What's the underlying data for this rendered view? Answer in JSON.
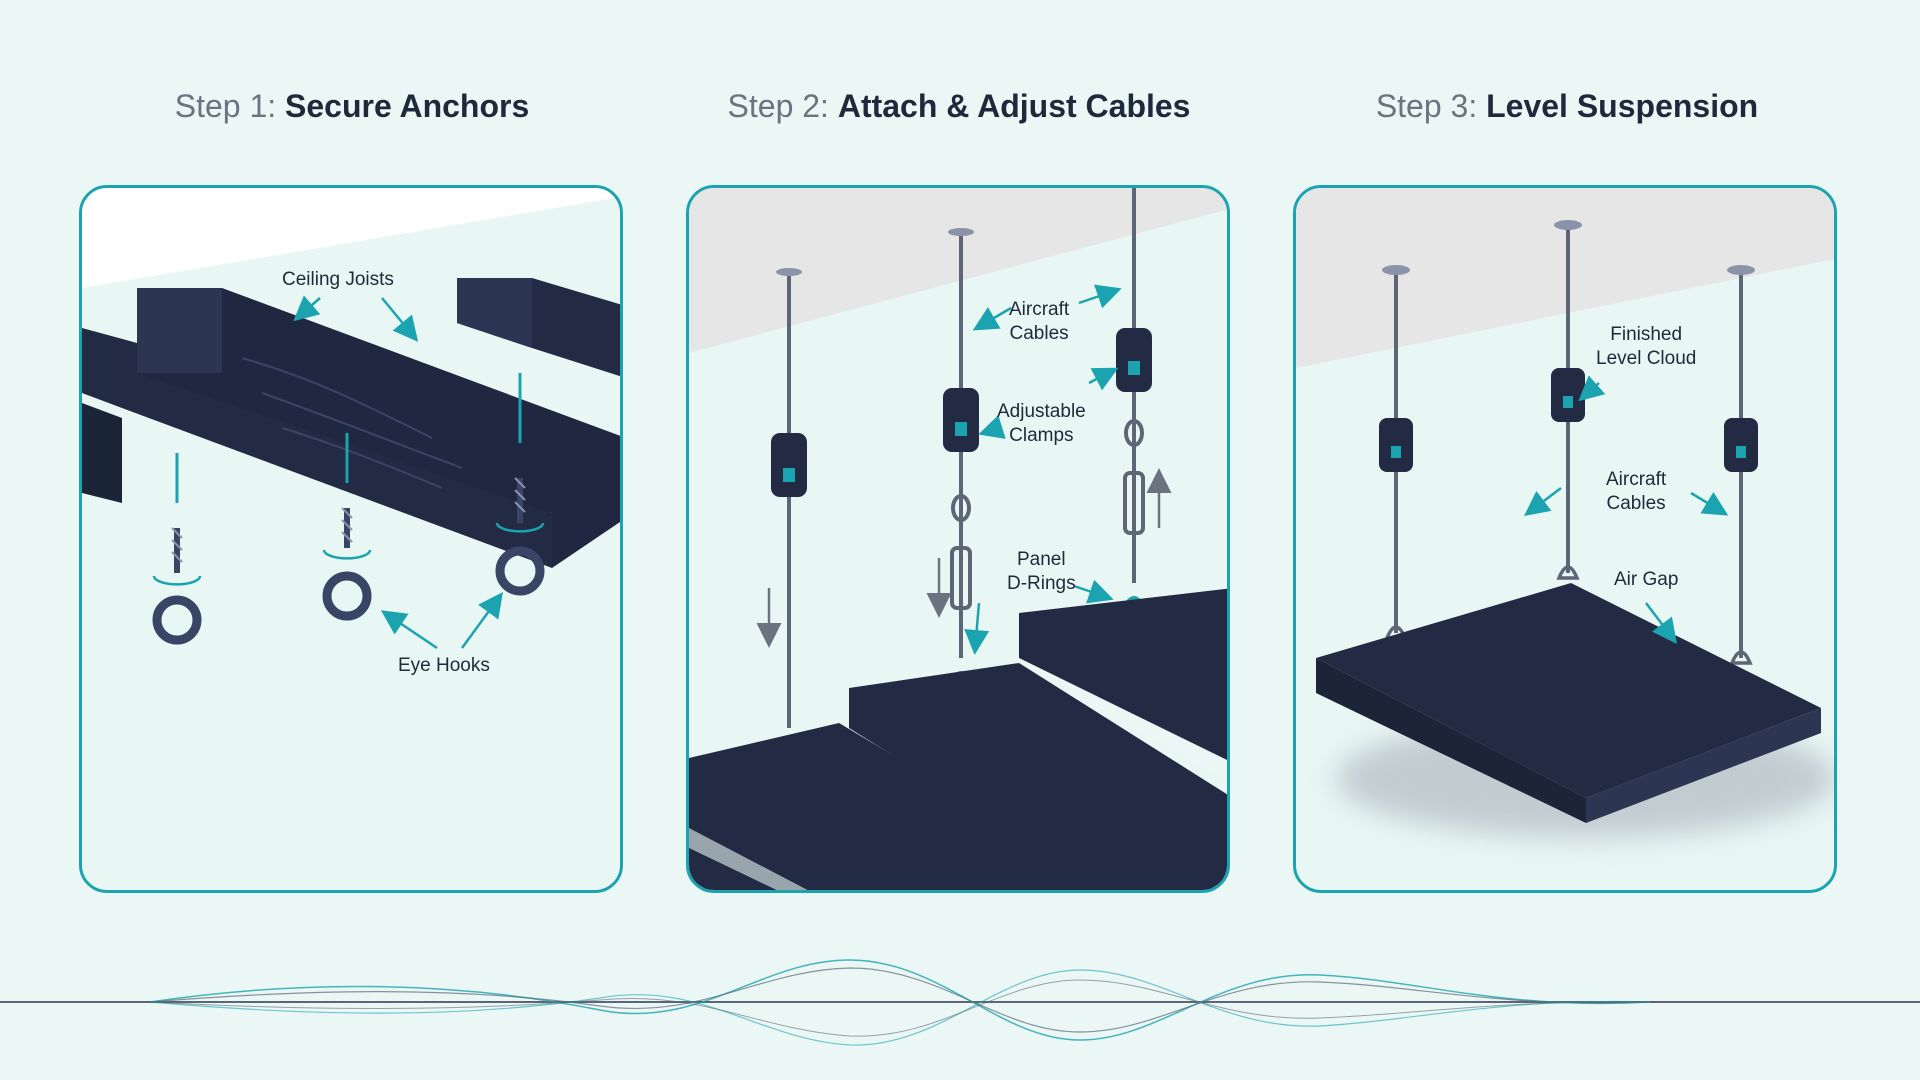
{
  "steps": [
    {
      "lead": "Step 1:",
      "name": "Secure Anchors",
      "labels": {
        "joists": "Ceiling Joists",
        "hooks": "Eye Hooks"
      }
    },
    {
      "lead": "Step 2:",
      "name": "Attach & Adjust Cables",
      "labels": {
        "cables_1": "Aircraft",
        "cables_2": "Cables",
        "clamps_1": "Adjustable",
        "clamps_2": "Clamps",
        "drings_1": "Panel",
        "drings_2": "D-Rings"
      }
    },
    {
      "lead": "Step 3:",
      "name": "Level Suspension",
      "labels": {
        "cloud_1": "Finished",
        "cloud_2": "Level Cloud",
        "cables_1": "Aircraft",
        "cables_2": "Cables",
        "gap": "Air Gap"
      }
    }
  ],
  "colors": {
    "accent": "#1ba3af",
    "navy": "#222b43",
    "background": "#eaf7f5",
    "ceiling": "#e6e6e6"
  }
}
